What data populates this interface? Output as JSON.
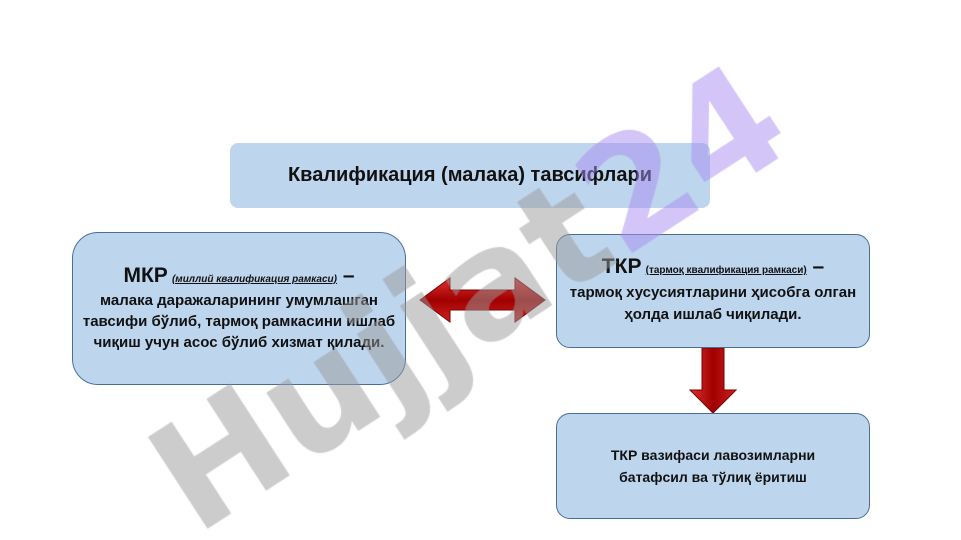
{
  "title": "Квалификация (малака) тавсифлари",
  "mkr": {
    "abbr": "МКР",
    "full": "(миллий квалификация рамкаси)",
    "dash": " –",
    "text": "малака даражаларининг умумлашган тавсифи бўлиб, тармоқ рамкасини ишлаб чиқиш учун асос бўлиб хизмат қилади."
  },
  "tkr": {
    "abbr": "ТКР",
    "full": "(тармоқ квалификация рамкаси)",
    "dash": " –",
    "text": "тармоқ хусусиятларини ҳисобга олган ҳолда ишлаб чиқилади."
  },
  "task": "ТКР вазифаси лавозимларни батафсил ва тўлиқ ёритиш",
  "watermark": {
    "part1": "Hujjat",
    "part2": "24"
  },
  "colors": {
    "box": "#bed5ee",
    "arrow": "#c00000",
    "wm_gray": "#9a9a9a",
    "wm_purple": "#a78cf0"
  }
}
